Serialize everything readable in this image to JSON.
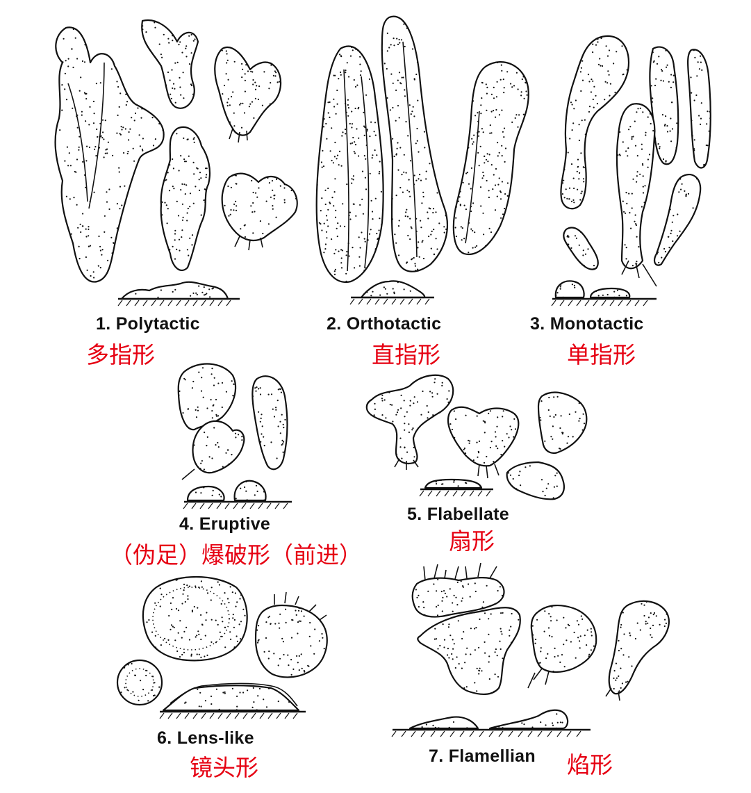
{
  "colors": {
    "line": "#111111",
    "chinese_label": "#e60012",
    "background": "#ffffff"
  },
  "forms": [
    {
      "id": "polytactic",
      "label": "1. Polytactic",
      "chinese": "多指形"
    },
    {
      "id": "orthotactic",
      "label": "2. Orthotactic",
      "chinese": "直指形"
    },
    {
      "id": "monotactic",
      "label": "3. Monotactic",
      "chinese": "单指形"
    },
    {
      "id": "eruptive",
      "label": "4. Eruptive",
      "chinese": "（伪足）爆破形（前进）"
    },
    {
      "id": "flabellate",
      "label": "5. Flabellate",
      "chinese": "扇形"
    },
    {
      "id": "lens-like",
      "label": "6. Lens-like",
      "chinese": "镜头形"
    },
    {
      "id": "flamellian",
      "label": "7. Flamellian",
      "chinese": "焰形"
    }
  ]
}
